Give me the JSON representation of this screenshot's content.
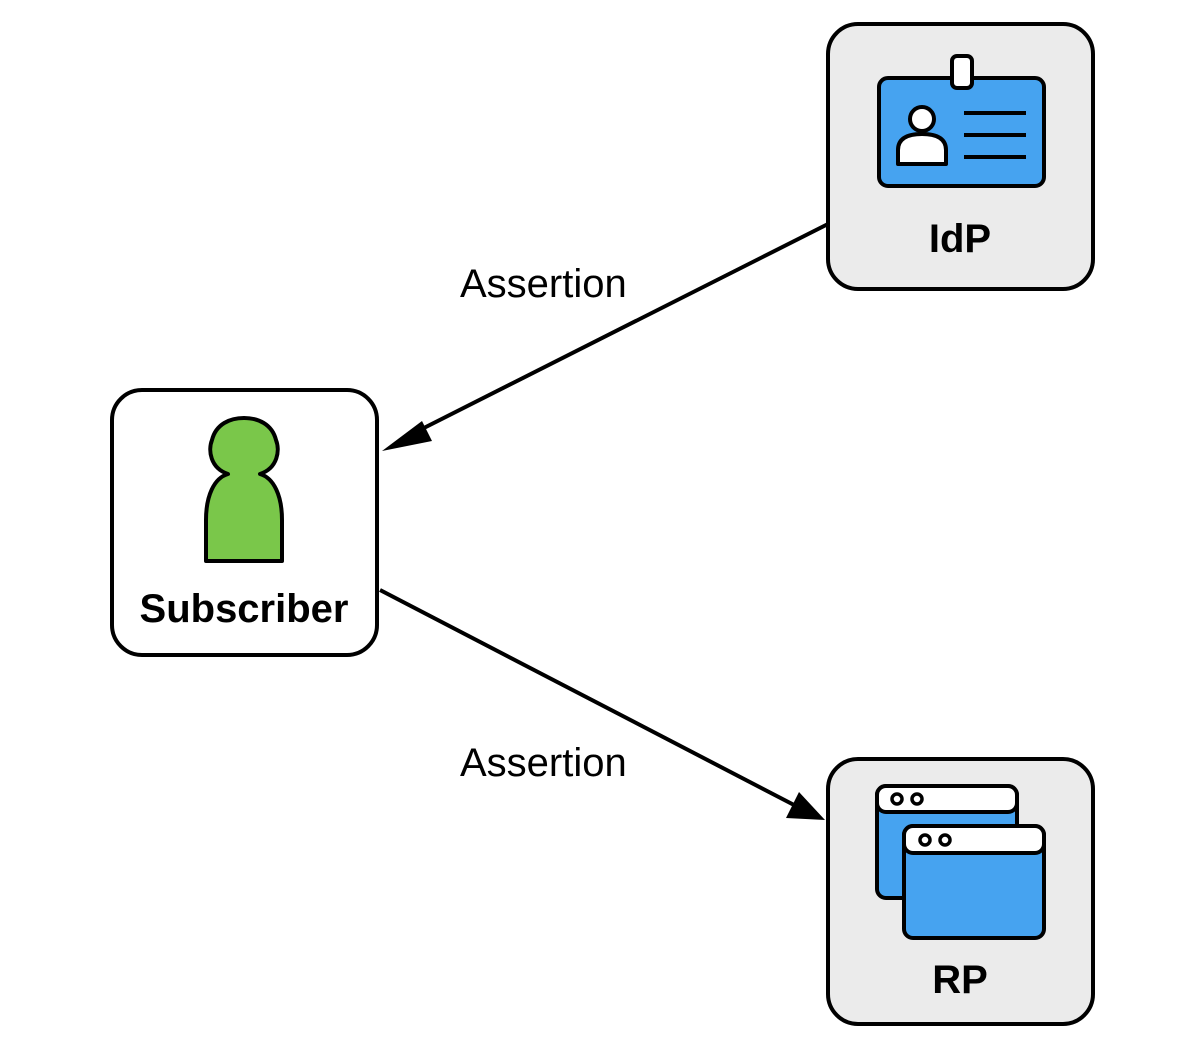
{
  "nodes": {
    "idp": {
      "label": "IdP"
    },
    "subscriber": {
      "label": "Subscriber"
    },
    "rp": {
      "label": "RP"
    }
  },
  "edges": {
    "idp_to_subscriber": {
      "label": "Assertion"
    },
    "subscriber_to_rp": {
      "label": "Assertion"
    }
  },
  "icons": {
    "idp": "id-badge-icon",
    "subscriber": "person-icon",
    "rp": "browser-windows-icon"
  },
  "colors": {
    "idp_box_fill": "#ebebeb",
    "rp_box_fill": "#ebebeb",
    "subscriber_box_fill": "#ffffff",
    "icon_blue": "#46a3f0",
    "person_green": "#7ac74a",
    "stroke": "#000000"
  }
}
